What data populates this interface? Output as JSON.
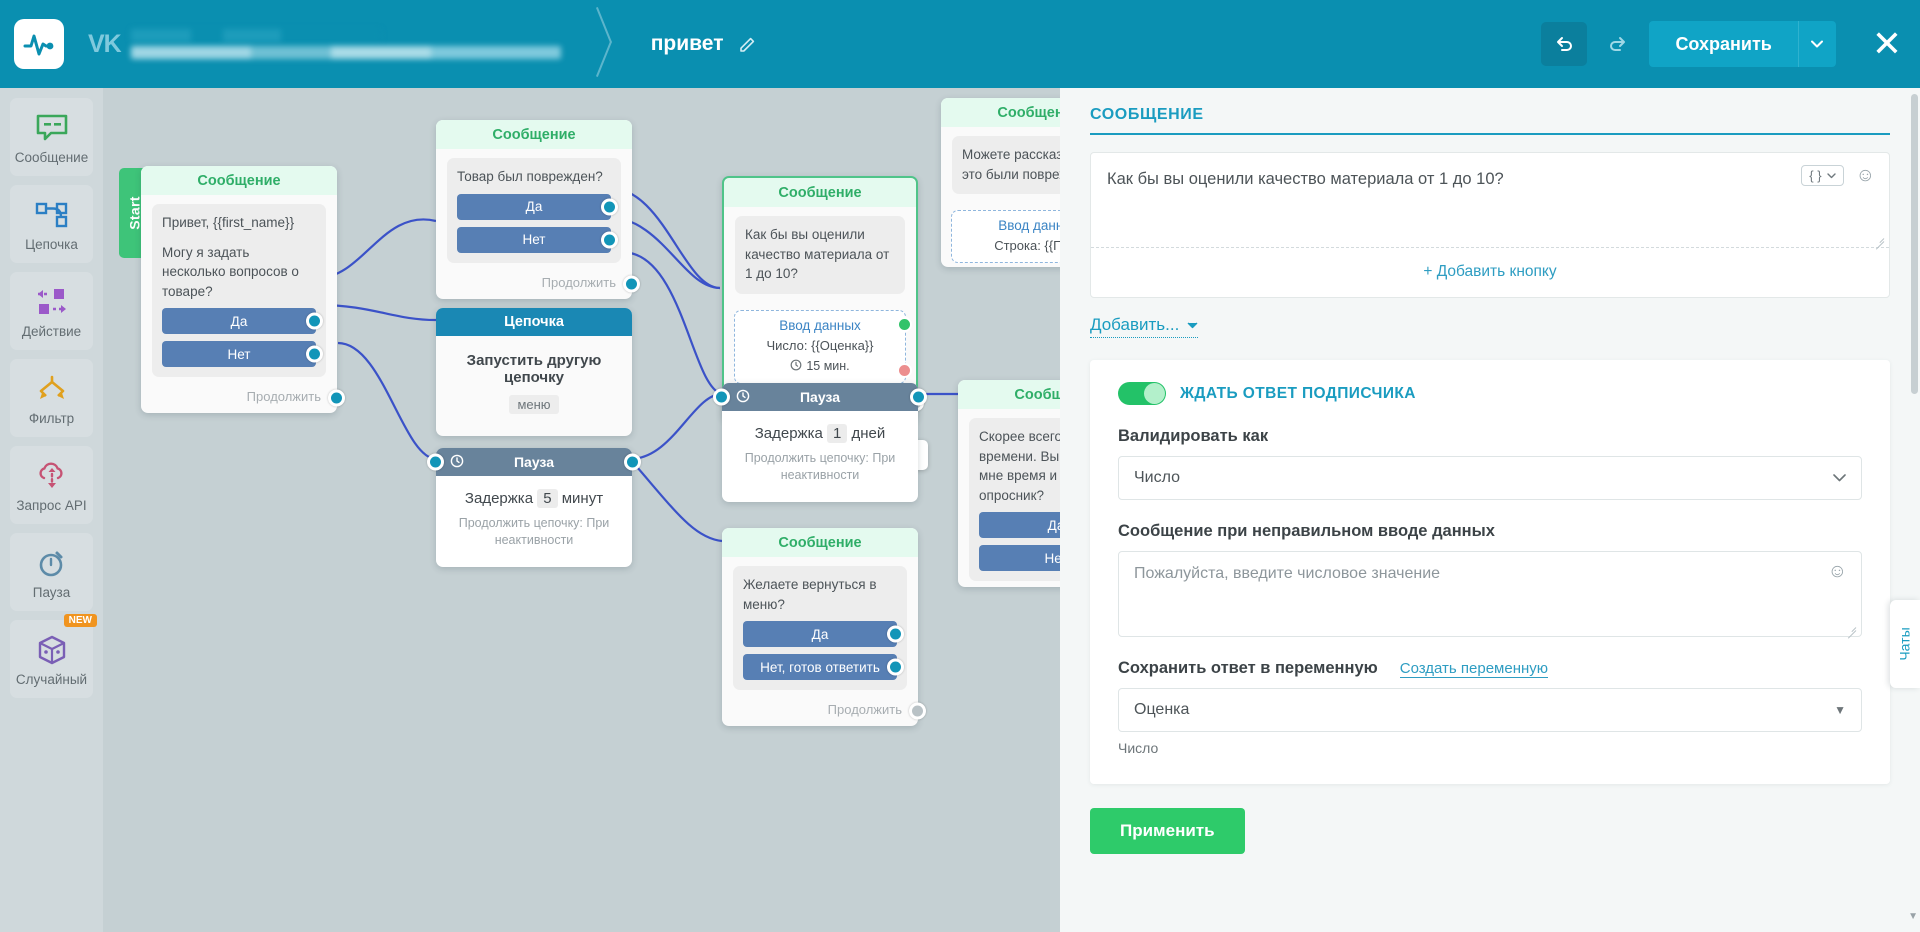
{
  "header": {
    "logo_icon": "pulse-logo-icon",
    "vk_icon": "vk-icon",
    "flow_title": "привет",
    "edit_icon": "pencil-icon",
    "undo_icon": "undo-icon",
    "redo_icon": "redo-icon",
    "save_label": "Сохранить",
    "save_caret_icon": "chevron-down-icon",
    "close_icon": "close-icon",
    "accent_color": "#0a8fb0",
    "save_color": "#10a4c6"
  },
  "sidebar": {
    "items": [
      {
        "label": "Сообщение",
        "icon": "message-icon",
        "color": "#3aa75a"
      },
      {
        "label": "Цепочка",
        "icon": "chain-icon",
        "color": "#2b7fc4"
      },
      {
        "label": "Действие",
        "icon": "action-icon",
        "color": "#9b59c9"
      },
      {
        "label": "Фильтр",
        "icon": "filter-icon",
        "color": "#e0a01e"
      },
      {
        "label": "Запрос API",
        "icon": "api-cloud-icon",
        "color": "#c65374"
      },
      {
        "label": "Пауза",
        "icon": "stopwatch-icon",
        "color": "#5d8ba8"
      },
      {
        "label": "Случайный",
        "icon": "dice-icon",
        "color": "#7a5fb5",
        "badge": "NEW"
      }
    ]
  },
  "canvas": {
    "start_label": "Start",
    "continue_label": "Продолжить",
    "nodes": {
      "greeting": {
        "type": "Сообщение",
        "lines": [
          "Привет,  {{first_name}}",
          "Могу я задать несколько вопросов о товаре?"
        ],
        "buttons": [
          "Да",
          "Нет"
        ]
      },
      "damaged": {
        "type": "Сообщение",
        "lines": [
          "Товар был поврежден?"
        ],
        "buttons": [
          "Да",
          "Нет"
        ]
      },
      "chain": {
        "type": "Цепочка",
        "main": "Запустить другую цепочку",
        "tag": "меню"
      },
      "pause_small": {
        "type": "Пауза",
        "clock_icon": "clock-icon",
        "prefix": "Задержка",
        "value": "5",
        "unit": "минут",
        "sub": "Продолжить цепочку: При неактивности"
      },
      "pause_big": {
        "type": "Пауза",
        "clock_icon": "clock-icon",
        "prefix": "Задержка",
        "value": "1",
        "unit": "дней",
        "sub": "Продолжить цепочку: При неактивности"
      },
      "rating_selected": {
        "type": "Сообщение",
        "lines": [
          "Как бы вы оценили качество материала от 1 до 10?"
        ],
        "input_title": "Ввод данных",
        "input_line": "Число: {{Оценка}}",
        "timer_icon": "clock-icon",
        "timer": "15 мин.",
        "copy_icon": "copy-icon",
        "delete_icon": "trash-icon"
      },
      "tell_more": {
        "type": "Сообщение",
        "lines": [
          "Можете рассказать о",
          "это были поврежден"
        ],
        "input_title": "Ввод данных",
        "input_line": "Строка: {{Повр"
      },
      "no_time": {
        "type": "Сообщение",
        "lines": [
          "Скорее всего у ва",
          "времени. Вы могл",
          "мне время и зако",
          "опросник?"
        ],
        "buttons": [
          "Да",
          "Нет"
        ]
      },
      "back_to_menu": {
        "type": "Сообщение",
        "lines": [
          "Желаете вернуться в меню?"
        ],
        "buttons": [
          "Да",
          "Нет, готов ответить"
        ]
      }
    }
  },
  "panel": {
    "title": "СООБЩЕНИЕ",
    "message_text": "Как бы вы оценили качество материала от 1 до 10?",
    "code_pill_icon": "code-braces-icon",
    "code_pill_caret": "chevron-down-icon",
    "emoji_icon": "emoji-icon",
    "add_button_label": "+ Добавить кнопку",
    "add_dropdown_label": "Добавить...",
    "add_dropdown_caret": "chevron-down-icon",
    "wait_toggle_label": "ЖДАТЬ ОТВЕТ ПОДПИСЧИКА",
    "wait_toggle_on": true,
    "validate_label": "Валидировать как",
    "validate_value": "Число",
    "error_label": "Сообщение при неправильном вводе данных",
    "error_placeholder": "Пожалуйста, введите числовое значение",
    "save_var_label": "Сохранить ответ в переменную",
    "create_var_label": "Создать переменную",
    "variable_value": "Оценка",
    "variable_hint": "Число",
    "apply_label": "Применить",
    "chats_tab_label": "Чаты"
  }
}
